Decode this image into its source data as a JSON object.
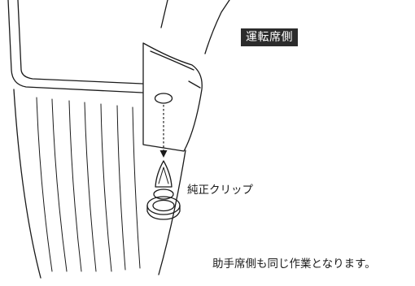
{
  "labels": {
    "side": "運転席側",
    "clip": "純正クリップ",
    "note": "助手席側も同じ作業となります。"
  },
  "colors": {
    "line": "#1a1a1a",
    "label_bg": "#2b2b2b",
    "label_text": "#ffffff"
  }
}
